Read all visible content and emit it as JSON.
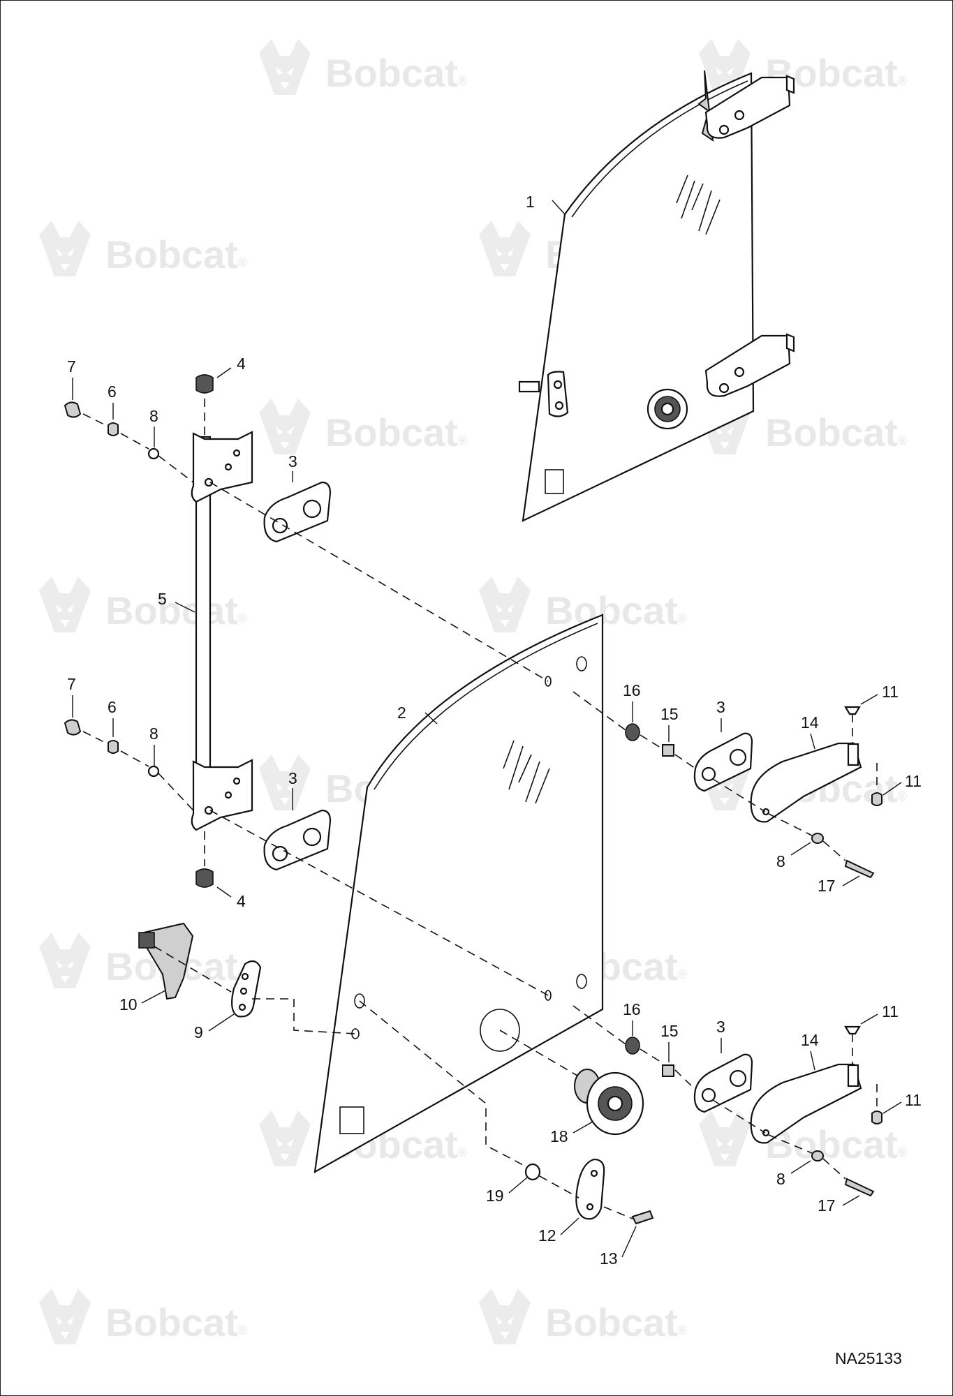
{
  "watermark": {
    "brand": "Bobcat",
    "reg": "®"
  },
  "drawing_code": "NA25133",
  "callouts": [
    {
      "id": "c1",
      "text": "1"
    },
    {
      "id": "c2",
      "text": "2"
    },
    {
      "id": "c3a",
      "text": "3"
    },
    {
      "id": "c3b",
      "text": "3"
    },
    {
      "id": "c3c",
      "text": "3"
    },
    {
      "id": "c3d",
      "text": "3"
    },
    {
      "id": "c4a",
      "text": "4"
    },
    {
      "id": "c4b",
      "text": "4"
    },
    {
      "id": "c5",
      "text": "5"
    },
    {
      "id": "c6a",
      "text": "6"
    },
    {
      "id": "c6b",
      "text": "6"
    },
    {
      "id": "c7a",
      "text": "7"
    },
    {
      "id": "c7b",
      "text": "7"
    },
    {
      "id": "c8a",
      "text": "8"
    },
    {
      "id": "c8b",
      "text": "8"
    },
    {
      "id": "c8c",
      "text": "8"
    },
    {
      "id": "c8d",
      "text": "8"
    },
    {
      "id": "c9",
      "text": "9"
    },
    {
      "id": "c10",
      "text": "10"
    },
    {
      "id": "c11a",
      "text": "11"
    },
    {
      "id": "c11b",
      "text": "11"
    },
    {
      "id": "c11c",
      "text": "11"
    },
    {
      "id": "c11d",
      "text": "11"
    },
    {
      "id": "c12",
      "text": "12"
    },
    {
      "id": "c13",
      "text": "13"
    },
    {
      "id": "c14a",
      "text": "14"
    },
    {
      "id": "c14b",
      "text": "14"
    },
    {
      "id": "c15a",
      "text": "15"
    },
    {
      "id": "c15b",
      "text": "15"
    },
    {
      "id": "c16a",
      "text": "16"
    },
    {
      "id": "c16b",
      "text": "16"
    },
    {
      "id": "c17a",
      "text": "17"
    },
    {
      "id": "c17b",
      "text": "17"
    },
    {
      "id": "c18",
      "text": "18"
    },
    {
      "id": "c19",
      "text": "19"
    }
  ]
}
